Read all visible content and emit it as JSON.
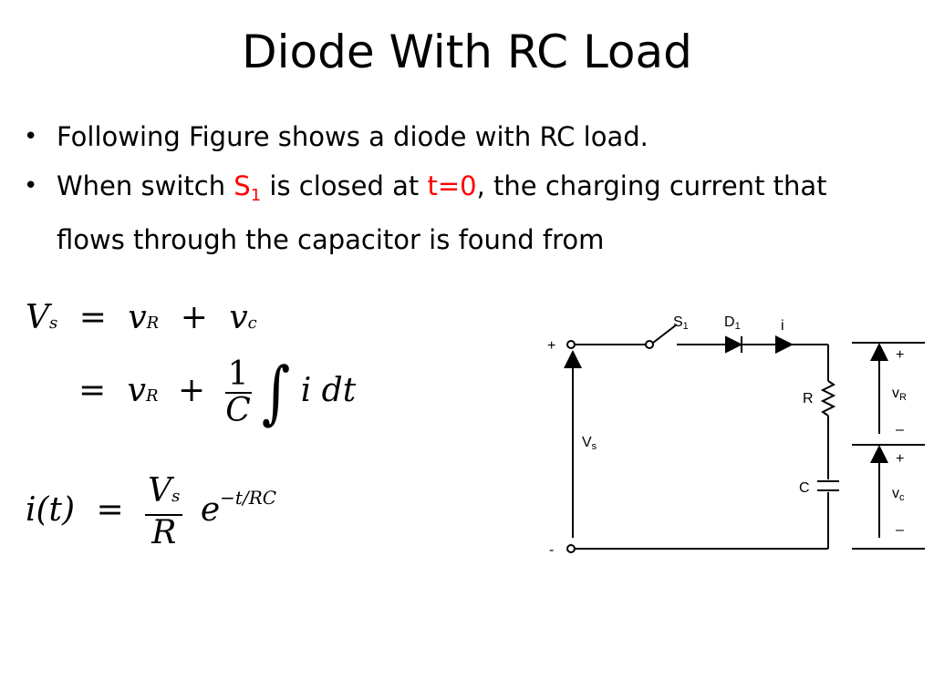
{
  "slide": {
    "title": "Diode With RC Load",
    "bullet1": "Following Figure shows a diode with RC load.",
    "bullet2": {
      "part1": "When switch ",
      "switch_letter": "S",
      "switch_sub": "1",
      "part2": " is closed at ",
      "time": "t=0",
      "part3": ", the charging current that",
      "part4": "flows through the capacitor is found from"
    }
  },
  "equations": {
    "eq1": {
      "lhs_v": "V",
      "lhs_s": "s",
      "eq": "=",
      "v1": "v",
      "v1_sub": "R",
      "plus": "+",
      "v2": "v",
      "v2_sub": "c"
    },
    "eq2": {
      "eq": "=",
      "v1": "v",
      "v1_sub": "R",
      "plus": "+",
      "num": "1",
      "den": "C",
      "integral": "∫",
      "integrand": "i dt"
    },
    "eq3": {
      "lhs": "i(t)",
      "eq": "=",
      "num_v": "V",
      "num_s": "s",
      "den": "R",
      "e": "e",
      "exp": "−t/RC"
    }
  },
  "circuit": {
    "plus_terminal": "+",
    "minus_terminal": "-",
    "switch_label": "S",
    "switch_sub": "1",
    "diode_label": "D",
    "diode_sub": "1",
    "current_label": "i",
    "source_label": "V",
    "source_sub": "s",
    "resistor_label": "R",
    "capacitor_label": "C",
    "vr_plus": "+",
    "vr_label": "v",
    "vr_sub": "R",
    "vr_minus": "–",
    "vc_plus": "+",
    "vc_label": "v",
    "vc_sub": "c",
    "vc_minus": "–"
  },
  "colors": {
    "highlight": "#ff0000",
    "text": "#000000"
  }
}
